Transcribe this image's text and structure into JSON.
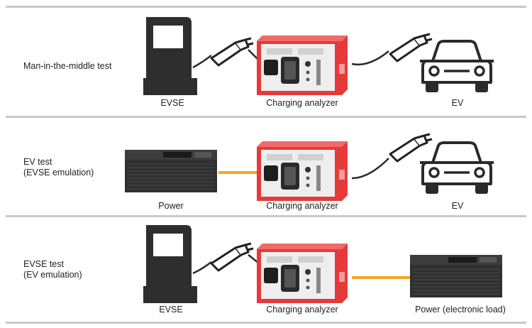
{
  "rows": [
    {
      "label": "Man-in-the-middle test",
      "left_caption": "EVSE",
      "center_caption": "Charging analyzer",
      "right_caption": "EV"
    },
    {
      "label": "EV test\n(EVSE emulation)",
      "left_caption": "Power",
      "center_caption": "Charging analyzer",
      "right_caption": "EV"
    },
    {
      "label": "EVSE test\n(EV emulation)",
      "left_caption": "EVSE",
      "center_caption": "Charging analyzer",
      "right_caption": "Power (electronic load)"
    }
  ],
  "colors": {
    "divider": "#c8c8c8",
    "analyzer_red": "#e53a3a",
    "power_line": "#f5a623",
    "evse_body": "#2b2b2b"
  }
}
